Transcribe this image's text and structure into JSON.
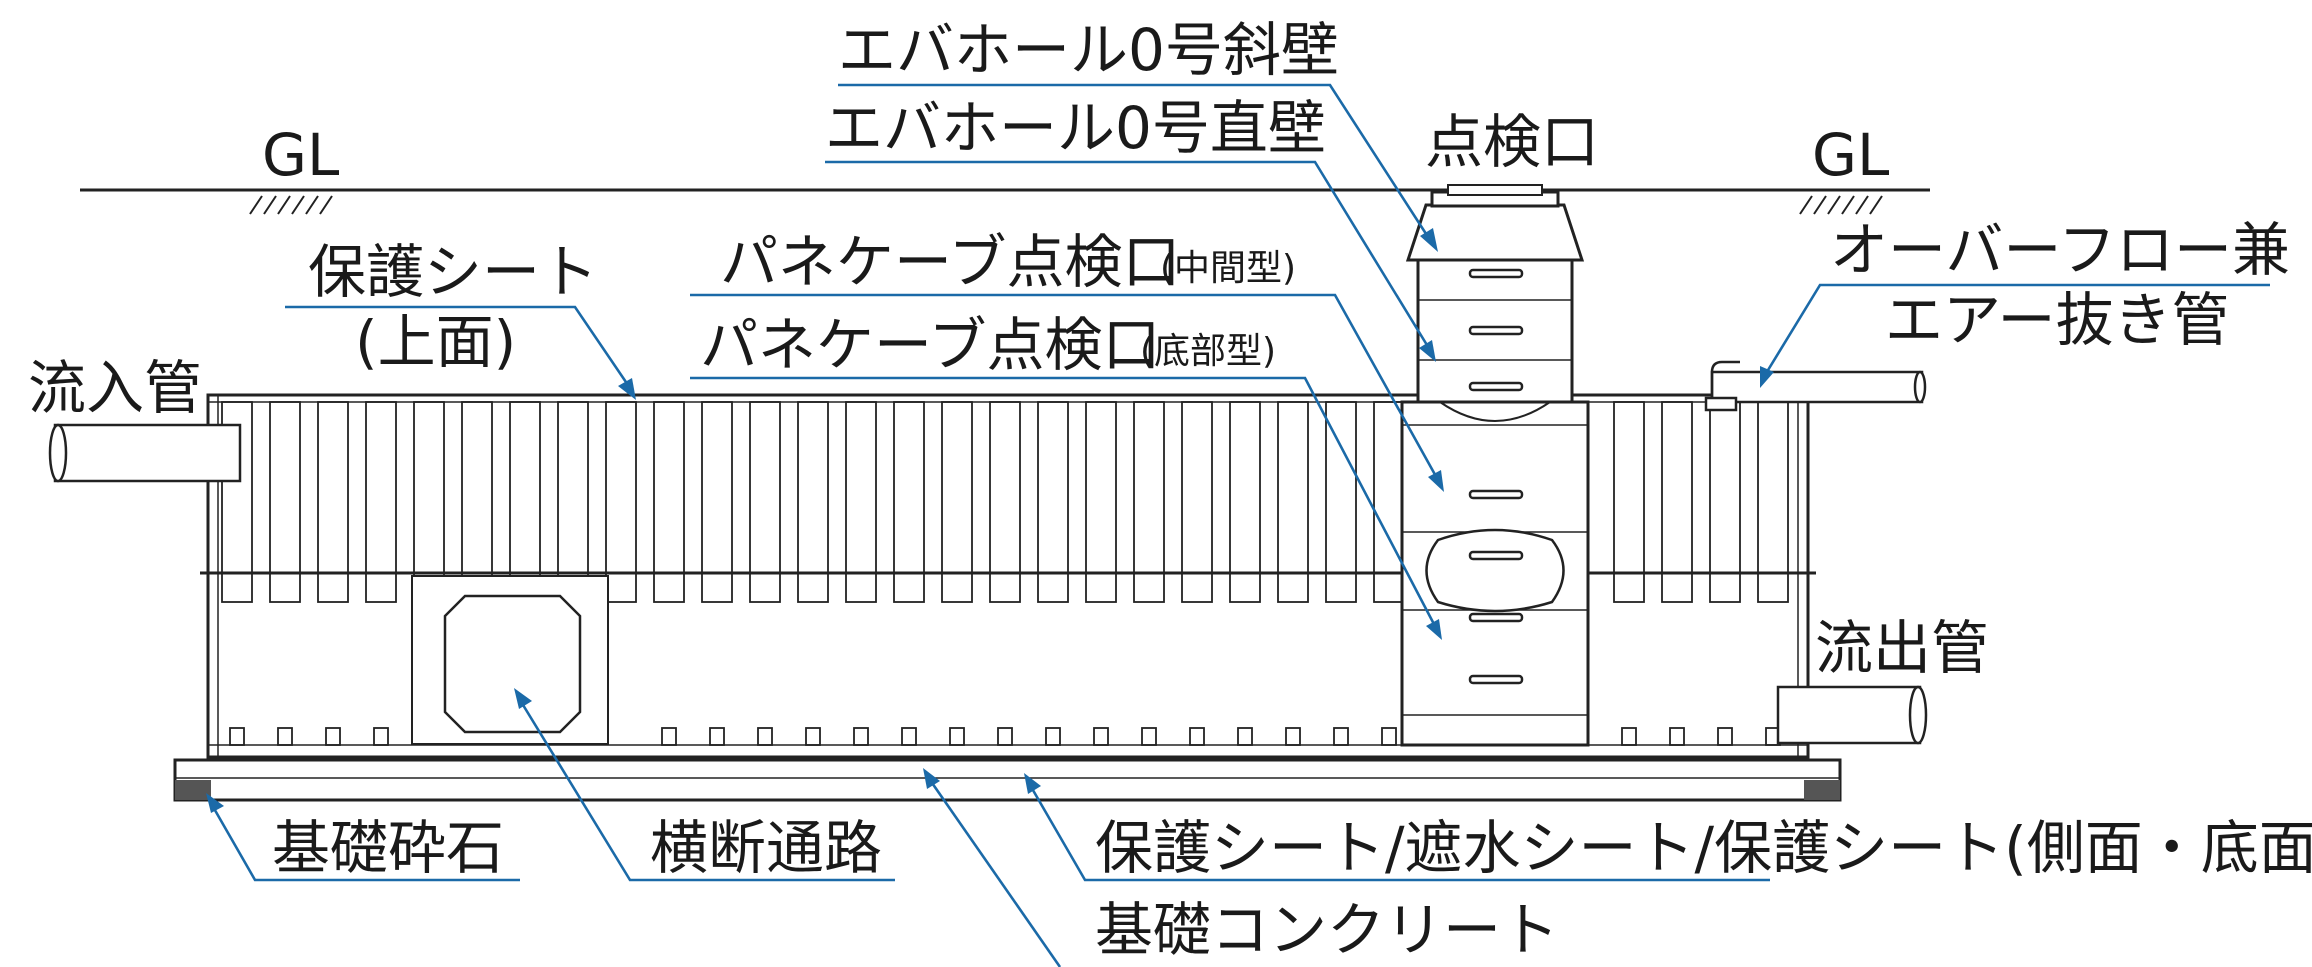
{
  "labels": {
    "gl_left": "GL",
    "gl_right": "GL",
    "evahole_slope": "エバホール0号斜壁",
    "evahole_straight": "エバホール0号直壁",
    "inspection_port": "点検口",
    "protect_sheet_top_1": "保護シート",
    "protect_sheet_top_2": "(上面)",
    "panecave_mid": "パネケーブ点検口",
    "panecave_mid_sub": "(中間型)",
    "panecave_bottom": "パネケーブ点検口",
    "panecave_bottom_sub": "(底部型)",
    "overflow_1": "オーバーフロー兼",
    "overflow_2": "エアー抜き管",
    "inflow_pipe": "流入管",
    "outflow_pipe": "流出管",
    "crushed_stone": "基礎砕石",
    "cross_passage": "横断通路",
    "sheets_side_bottom": "保護シート/遮水シート/保護シート(側面・底面)",
    "foundation_concrete": "基礎コンクリート"
  },
  "colors": {
    "leader": "#1b6aa8",
    "line": "#222222"
  }
}
